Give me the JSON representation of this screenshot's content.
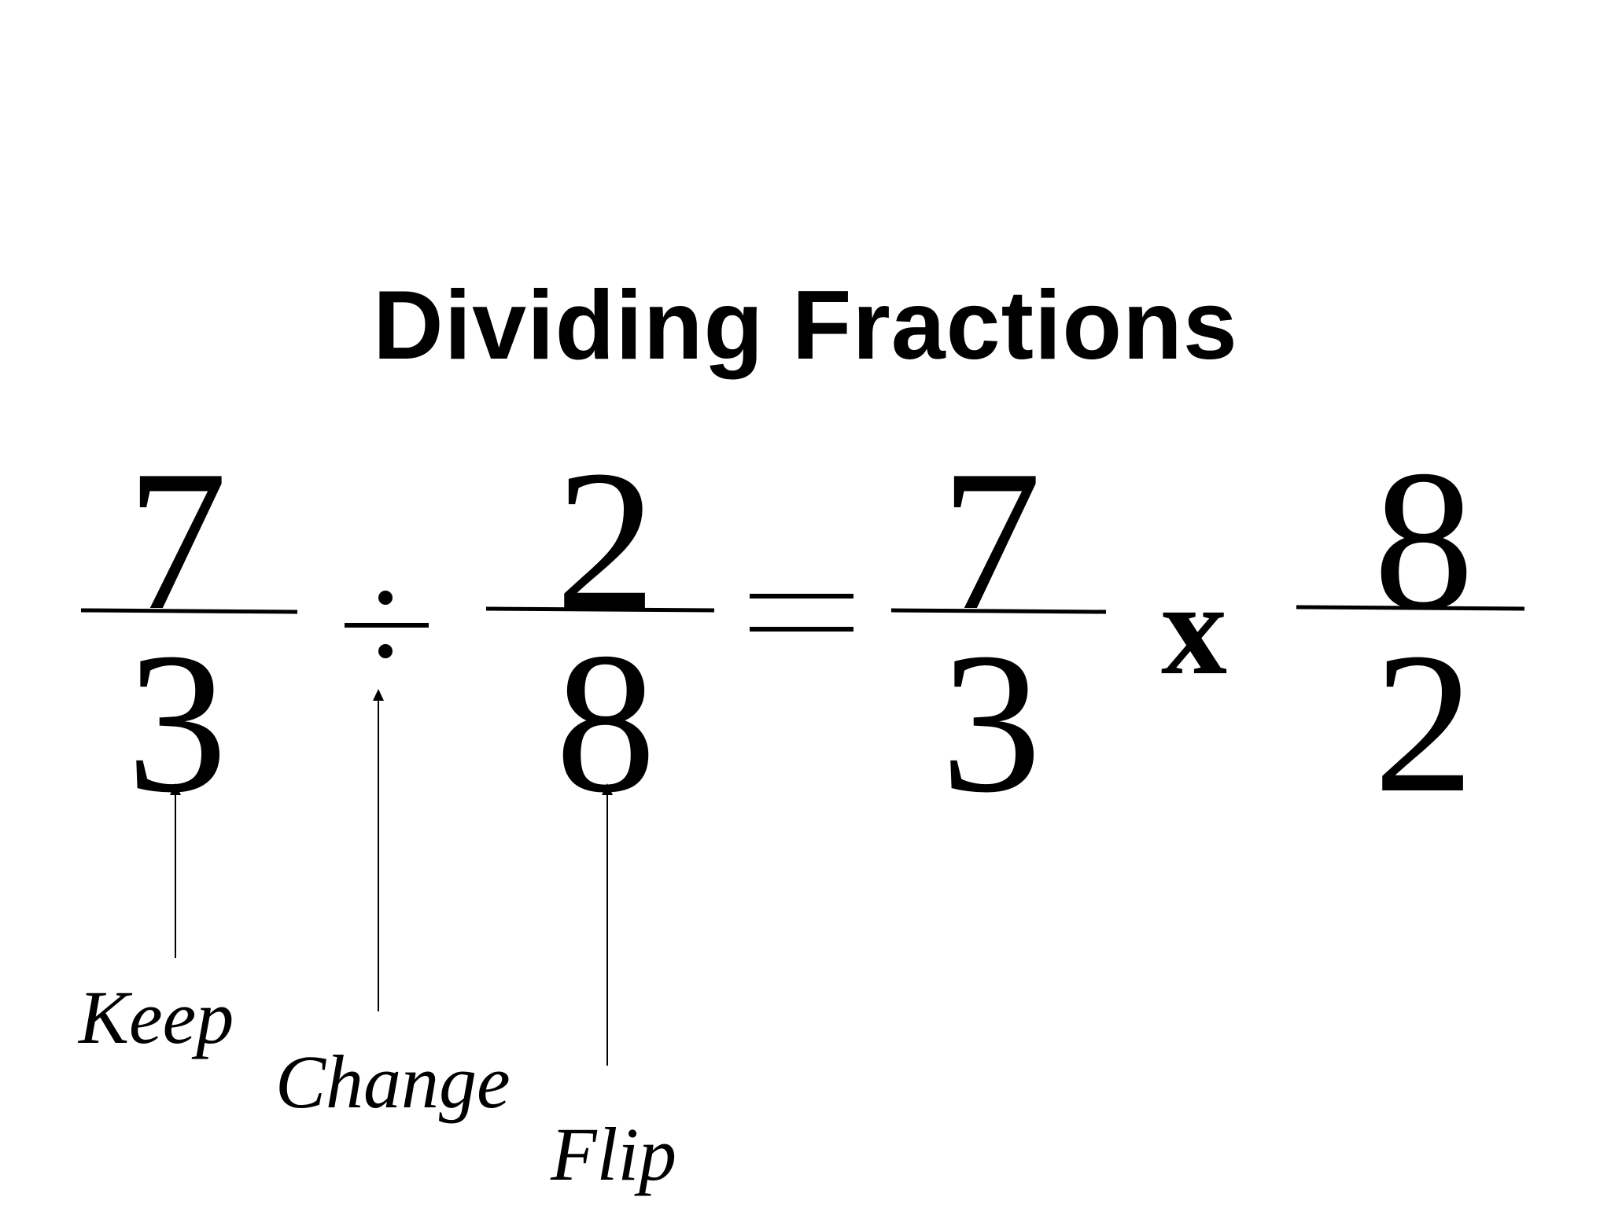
{
  "title": "Dividing Fractions",
  "left_expression": {
    "fraction_1": {
      "numerator": "7",
      "denominator": "3"
    },
    "operator": "÷",
    "fraction_2": {
      "numerator": "2",
      "denominator": "8"
    }
  },
  "equals": "=",
  "right_expression": {
    "fraction_1": {
      "numerator": "7",
      "denominator": "3"
    },
    "operator": "x",
    "fraction_2": {
      "numerator": "8",
      "denominator": "2"
    }
  },
  "annotations": {
    "keep": "Keep",
    "change": "Change",
    "flip": "Flip"
  }
}
